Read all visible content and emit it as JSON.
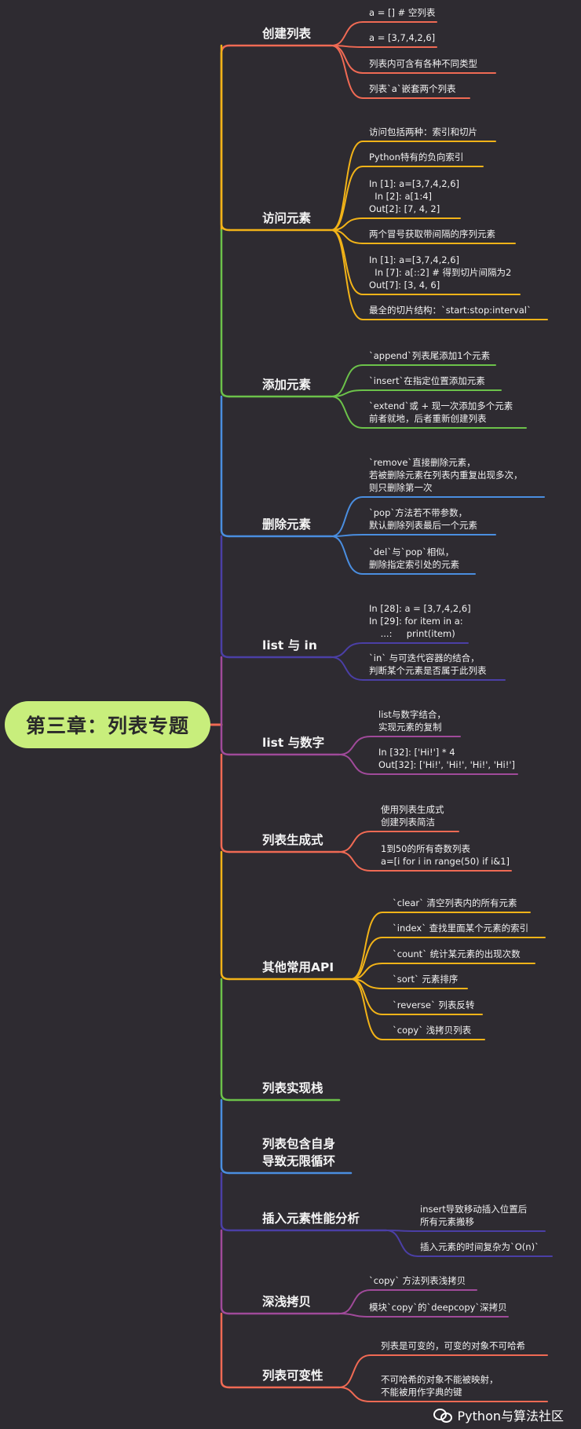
{
  "root": {
    "title": "第三章：列表专题",
    "color": "#c8ee7c"
  },
  "watermark": "Python与算法社区",
  "branches": [
    {
      "title": [
        "创建列表"
      ],
      "color": "#f06a54",
      "leaves": [
        [
          "a = [] # 空列表"
        ],
        [
          "a = [3,7,4,2,6]"
        ],
        [
          "列表内可含有各种不同类型"
        ],
        [
          "列表`a`嵌套两个列表"
        ]
      ]
    },
    {
      "title": [
        "访问元素"
      ],
      "color": "#f2b318",
      "leaves": [
        [
          "访问包括两种：索引和切片"
        ],
        [
          "Python特有的负向索引"
        ],
        [
          "In [1]: a=[3,7,4,2,6]",
          "  In [2]: a[1:4]",
          "Out[2]: [7, 4, 2]"
        ],
        [
          "两个冒号获取带间隔的序列元素"
        ],
        [
          "In [1]: a=[3,7,4,2,6]",
          "  In [7]: a[::2] # 得到切片间隔为2",
          "Out[7]: [3, 4, 6]"
        ],
        [
          "最全的切片结构：`start:stop:interval`"
        ]
      ]
    },
    {
      "title": [
        "添加元素"
      ],
      "color": "#6cc24a",
      "leaves": [
        [
          "`append`列表尾添加1个元素"
        ],
        [
          "`insert`在指定位置添加元素"
        ],
        [
          "`extend`或 + 现一次添加多个元素",
          "前者就地，后者重新创建列表"
        ]
      ]
    },
    {
      "title": [
        "删除元素"
      ],
      "color": "#4a8ee0",
      "leaves": [
        [
          "`remove`直接删除元素，",
          "若被删除元素在列表内重复出现多次，",
          "则只删除第一次"
        ],
        [
          "`pop`方法若不带参数，",
          "默认删除列表最后一个元素"
        ],
        [
          "`del`与`pop`相似，",
          "删除指定索引处的元素"
        ]
      ]
    },
    {
      "title": [
        "list 与 in"
      ],
      "color": "#4b3fa6",
      "leaves": [
        [
          "In [28]: a = [3,7,4,2,6]",
          "In [29]: for item in a:",
          "    ...:     print(item)"
        ],
        [
          "`in` 与可迭代容器的结合，",
          "判断某个元素是否属于此列表"
        ]
      ]
    },
    {
      "title": [
        "list 与数字"
      ],
      "color": "#a04a9a",
      "leaves": [
        [
          "list与数字结合，",
          "实现元素的复制"
        ],
        [
          "In [32]: ['Hi!'] * 4",
          "Out[32]: ['Hi!', 'Hi!', 'Hi!', 'Hi!']"
        ]
      ]
    },
    {
      "title": [
        "列表生成式"
      ],
      "color": "#f06a54",
      "leaves": [
        [
          "使用列表生成式",
          "创建列表简洁"
        ],
        [
          "1到50的所有奇数列表",
          "a=[i for i in range(50) if i&1]"
        ]
      ]
    },
    {
      "title": [
        "其他常用API"
      ],
      "color": "#f2b318",
      "leaves": [
        [
          "`clear` 清空列表内的所有元素"
        ],
        [
          "`index` 查找里面某个元素的索引"
        ],
        [
          "`count` 统计某元素的出现次数"
        ],
        [
          "`sort` 元素排序"
        ],
        [
          "`reverse` 列表反转"
        ],
        [
          "`copy` 浅拷贝列表"
        ]
      ]
    },
    {
      "title": [
        "列表实现栈"
      ],
      "color": "#6cc24a",
      "leaves": []
    },
    {
      "title": [
        "列表包含自身",
        "导致无限循环"
      ],
      "color": "#4a8ee0",
      "leaves": []
    },
    {
      "title": [
        "插入元素性能分析"
      ],
      "color": "#4b3fa6",
      "leaves": [
        [
          "insert导致移动插入位置后",
          "所有元素搬移"
        ],
        [
          "插入元素的时间复杂为`O(n)`"
        ]
      ]
    },
    {
      "title": [
        "深浅拷贝"
      ],
      "color": "#a04a9a",
      "leaves": [
        [
          "`copy` 方法列表浅拷贝"
        ],
        [
          "模块`copy`的`deepcopy`深拷贝"
        ]
      ]
    },
    {
      "title": [
        "列表可变性"
      ],
      "color": "#f06a54",
      "leaves": [
        [
          "列表是可变的，可变的对象不可哈希"
        ],
        [
          "不可哈希的对象不能被映射，",
          "不能被用作字典的键"
        ]
      ]
    }
  ]
}
